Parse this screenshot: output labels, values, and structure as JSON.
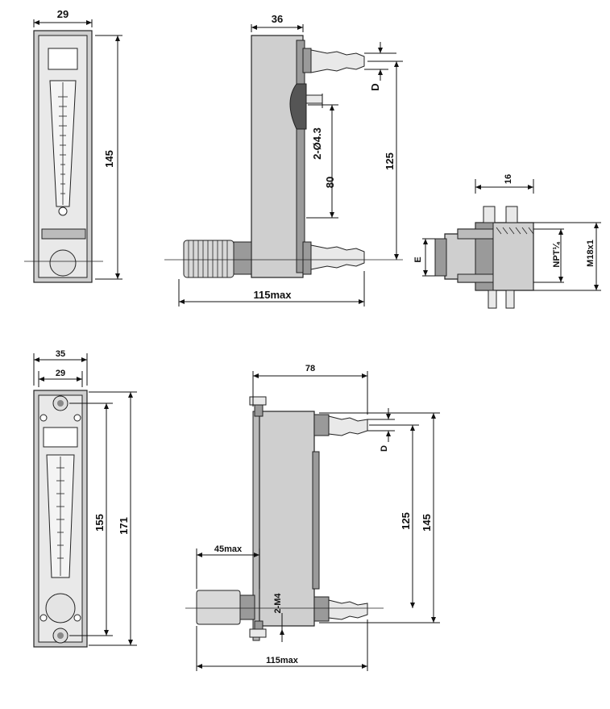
{
  "views": {
    "front_top": {
      "width_label": "29",
      "height_label": "145"
    },
    "side_top": {
      "depth_label": "36",
      "d_label": "D",
      "holes_label": "2-Ø4.3",
      "spacing80_label": "80",
      "spacing125_label": "125",
      "length_label": "115max"
    },
    "fitting": {
      "width_label": "16",
      "e_label": "E",
      "npt_label": "NPT¼",
      "thread_label": "M18x1"
    },
    "front_bottom": {
      "outer_width_label": "35",
      "inner_width_label": "29",
      "height155_label": "155",
      "height171_label": "171"
    },
    "side_bottom": {
      "depth_label": "78",
      "d_label": "D",
      "spacing125_label": "125",
      "height145_label": "145",
      "knob_label": "45max",
      "screws_label": "2-M4",
      "length_label": "115max"
    }
  },
  "colors": {
    "line": "#111111",
    "body": "#cfcfcf",
    "dark": "#9a9a9a",
    "light": "#e9e9e9"
  }
}
